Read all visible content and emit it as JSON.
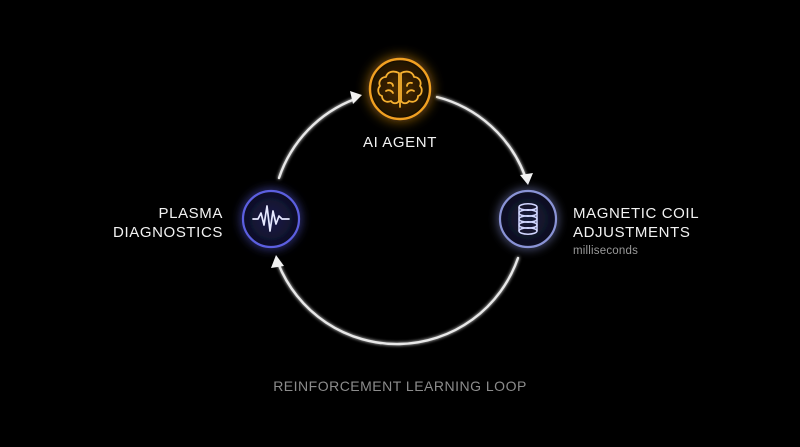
{
  "nodes": {
    "agent": {
      "label": "AI AGENT",
      "icon": "brain-icon",
      "color": "#f0a020"
    },
    "plasma": {
      "label_lines": [
        "PLASMA",
        "DIAGNOSTICS"
      ],
      "icon": "waveform-icon",
      "color": "#5b5fe0"
    },
    "coil": {
      "label_lines": [
        "MAGNETIC COIL",
        "ADJUSTMENTS"
      ],
      "sublabel": "milliseconds",
      "icon": "coil-icon",
      "color": "#8a93d6"
    }
  },
  "loop_label": "REINFORCEMENT LEARNING LOOP",
  "colors": {
    "background": "#000000",
    "ring": "#e8e8e8"
  }
}
